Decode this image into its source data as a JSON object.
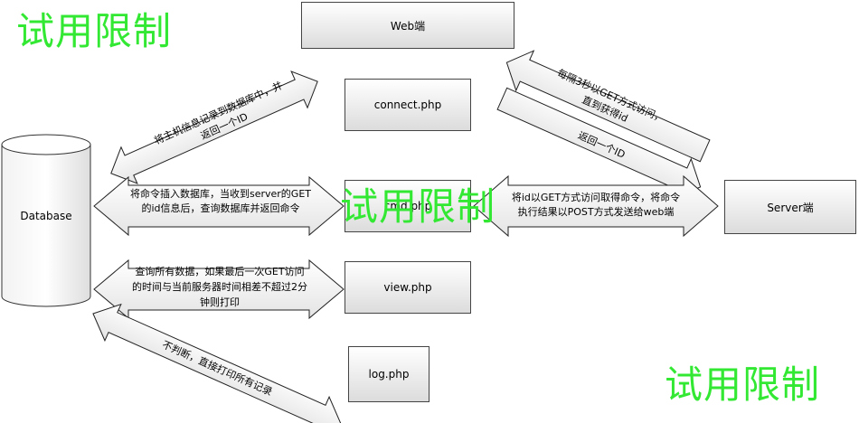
{
  "watermark": "试用限制",
  "nodes": {
    "web": "Web端",
    "connect": "connect.php",
    "cmd": "cmd.php",
    "view": "view.php",
    "log": "log.php",
    "server": "Server端",
    "database": "Database"
  },
  "edges": {
    "connect_line1": "将主机信息记录到数据库中，并",
    "connect_line2": "返回一个ID",
    "cmd_line1": "将命令插入数据库，当收到server的GET",
    "cmd_line2": "的id信息后，查询数据库并返回命令",
    "view_line1": "查询所有数据，如果最后一次GET访问",
    "view_line2": "的时间与当前服务器时间相差不超过2分",
    "view_line3": "钟则打印",
    "log_line1": "不判断，直接打印所有记录",
    "poll_line1": "每隔3秒以GET方式访问，",
    "poll_line2": "直到获得id",
    "return_id": "返回一个ID",
    "server_line1": "将id以GET方式访问取得命令，将命令",
    "server_line2": "执行结果以POST方式发送给web端"
  }
}
